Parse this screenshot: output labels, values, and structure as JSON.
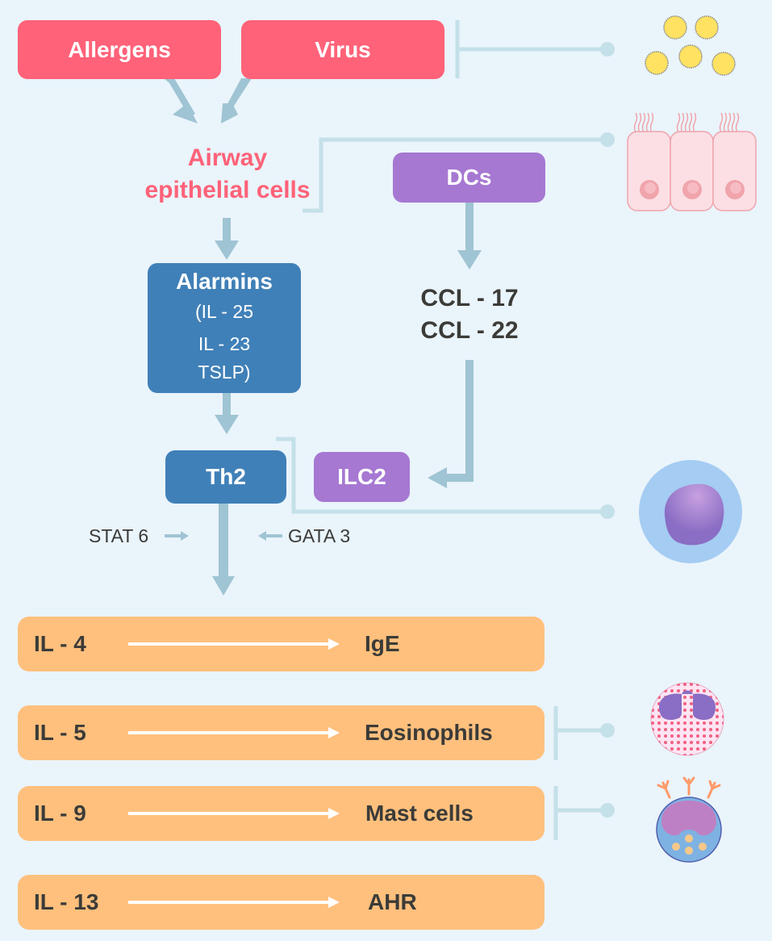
{
  "triggers": {
    "allergens": "Allergens",
    "virus": "Virus"
  },
  "airway": {
    "line1": "Airway",
    "line2": "epithelial cells"
  },
  "dcs": "DCs",
  "alarmins": {
    "title": "Alarmins",
    "items": [
      "(IL - 25",
      "IL - 23",
      "TSLP)"
    ]
  },
  "chemokines": [
    "CCL - 17",
    "CCL - 22"
  ],
  "th2": "Th2",
  "ilc2": "ILC2",
  "regulators": {
    "stat6": "STAT 6",
    "gata3": "GATA 3"
  },
  "outputs": [
    {
      "cytokine": "IL - 4",
      "effect": "IgE"
    },
    {
      "cytokine": "IL - 5",
      "effect": "Eosinophils"
    },
    {
      "cytokine": "IL - 9",
      "effect": "Mast cells"
    },
    {
      "cytokine": "IL - 13",
      "effect": "AHR"
    }
  ],
  "colors": {
    "background": "#eaf4fb",
    "trigger": "#ff6279",
    "alarmin_th2": "#4080b8",
    "dc_ilc2": "#a678d2",
    "output": "#ffc07d",
    "arrow": "#9fc4d3",
    "connector": "#c4e0e9",
    "text_dark": "#3b3b38"
  },
  "illustrations": [
    "virus-particles-icon",
    "epithelial-cells-icon",
    "lymphocyte-icon",
    "eosinophil-icon",
    "mast-cell-icon"
  ]
}
